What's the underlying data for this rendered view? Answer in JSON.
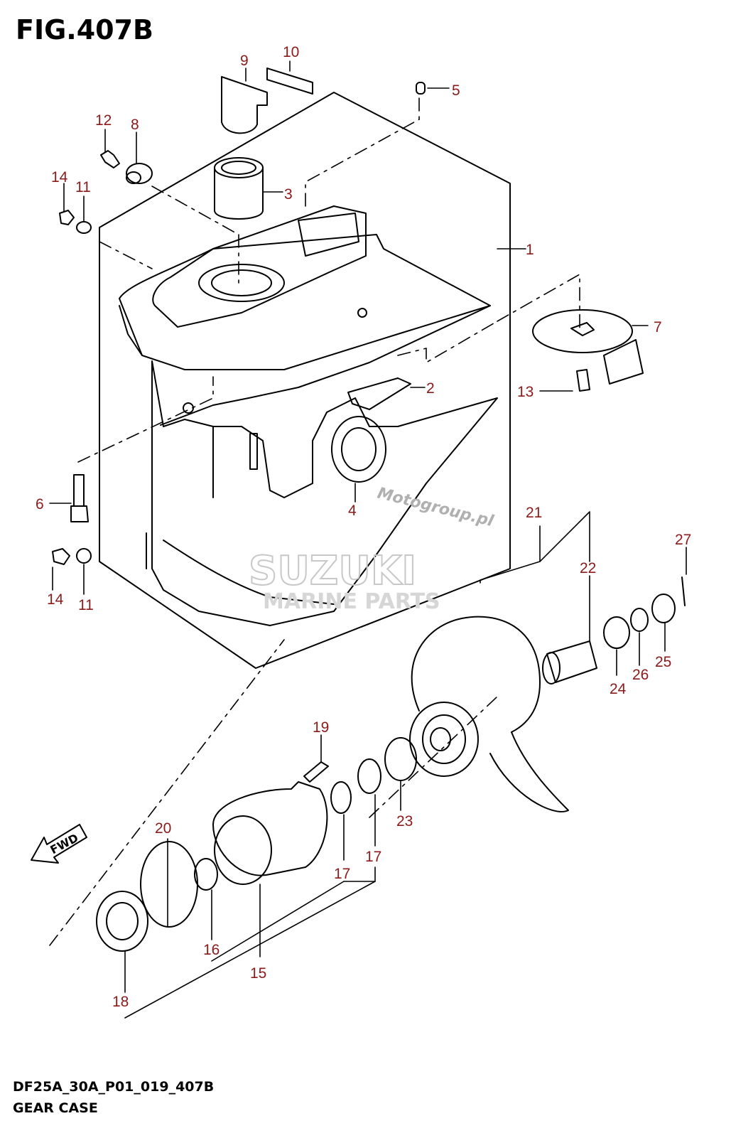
{
  "figure": {
    "title": "FIG.407B"
  },
  "footer": {
    "code": "DF25A_30A_P01_019_407B",
    "name": "GEAR CASE"
  },
  "watermarks": {
    "site": "Motogroup.pl",
    "brand": "SUZUKI",
    "sub": "MARINE PARTS"
  },
  "direction_label": "FWD",
  "callouts": [
    "1",
    "2",
    "3",
    "4",
    "5",
    "6",
    "7",
    "8",
    "9",
    "10",
    "11",
    "11",
    "12",
    "13",
    "14",
    "14",
    "15",
    "16",
    "17",
    "17",
    "18",
    "19",
    "20",
    "21",
    "22",
    "23",
    "24",
    "25",
    "26",
    "27"
  ],
  "colors": {
    "callout": "#8b1a1a",
    "line": "#000000",
    "watermark": "#c8c8c8"
  }
}
